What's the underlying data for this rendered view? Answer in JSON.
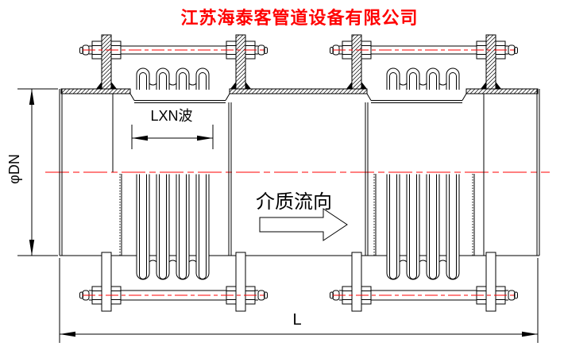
{
  "title": {
    "text": "江苏海泰客管道设备有限公司",
    "color": "#ff0000"
  },
  "drawing": {
    "dimensions": {
      "bellows_length_label": "LXN波",
      "diameter_label": "φDN",
      "overall_length_label": "L"
    },
    "flow": {
      "label": "介质流向"
    },
    "colors": {
      "centerline": "#ff0000",
      "outline": "#000000",
      "background": "#ffffff"
    }
  }
}
